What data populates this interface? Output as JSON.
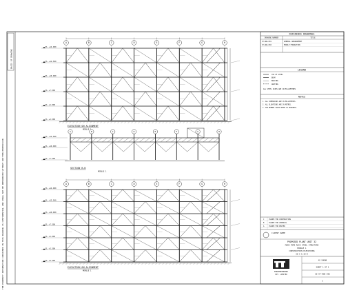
{
  "sheet": {
    "side_note": "THE PROPERTY INFORMATION CONTAINED IN THIS DRAWING IS CONFIDENTIAL AND SHALL NOT BE REPRODUCED WITHOUT WRITTEN PERMISSION",
    "corner_tag": "BASIS OF DRAWING"
  },
  "views": [
    {
      "title": "ELEVATION ON ALIGNMENT",
      "subtitle": "MODULE 1"
    },
    {
      "title": "SECTION B-B",
      "subtitle": "MODULE 1"
    },
    {
      "title": "ELEVATION ON ALIGNMENT",
      "subtitle": "MODULE 1"
    }
  ],
  "columns": [
    "A",
    "B",
    "C",
    "D",
    "E",
    "F",
    "G",
    "H"
  ],
  "elevations": [
    "EL +14.000",
    "EL +12.500",
    "EL +10.000",
    "EL +7.500",
    "EL +5.000",
    "EL +2.500",
    "EL +0.300"
  ],
  "reference_drawings": {
    "title": "REFERENCE DRAWINGS",
    "headers": [
      "DRAWING NUMBER",
      "TITLE"
    ],
    "rows": [
      [
        "ST-DWG-001",
        "GENERAL ARRANGEMENT"
      ],
      [
        "ST-DWG-002",
        "MODULE FOUNDATION"
      ]
    ]
  },
  "legend": {
    "title": "LEGEND",
    "items": [
      "TOP OF STEEL",
      "BEAM",
      "BRACING",
      "GRATING"
    ],
    "note": "ALL STEEL SIZES ARE IN MILLIMETRES"
  },
  "notes": {
    "title": "NOTES",
    "items": [
      "1. ALL DIMENSIONS ARE IN MILLIMETRES.",
      "2. ALL ELEVATIONS ARE IN METRES.",
      "3. FOR MEMBER SIZES REFER GA DRAWINGS."
    ]
  },
  "revisions": {
    "rows": [
      [
        "C",
        "ISSUED FOR CONSTRUCTION"
      ],
      [
        "B",
        "ISSUED FOR APPROVAL"
      ],
      [
        "A",
        "ISSUED FOR REVIEW"
      ]
    ]
  },
  "title_block": {
    "client": "CLIENT NAME",
    "project_lines": [
      "PROPOSED PLANT UNIT 32",
      "MAIN PIPE RACK STEEL STRUCTURE",
      "MODULE 1",
      "CONSTRUCTION ELEVATIONS",
      "32-C & 32-D"
    ],
    "company": "ENGINEERING",
    "company_sub": "PVT. LIMITED",
    "drawing_number": "32-ST-DWG-201",
    "scale": "AS SHOWN",
    "sheet_no": "SHEET 1 OF 1",
    "revision": "C"
  }
}
